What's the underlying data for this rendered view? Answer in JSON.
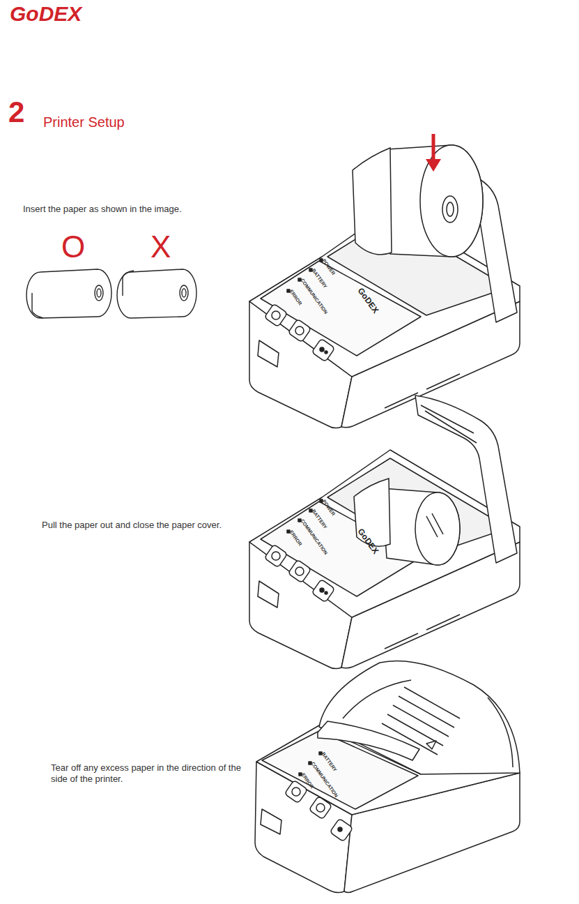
{
  "diagram": {
    "title": "Printer Setup",
    "labels": [
      "GoDEX",
      "2",
      "Insert the paper as shown in the image.",
      "O",
      "X",
      "POWER",
      "BATTERY",
      "COMMUNICATION",
      "ERROR",
      "GoDEX",
      "Pull the paper out and close the paper cover.",
      "POWER",
      "BATTERY",
      "COMMUNICATION",
      "ERROR",
      "GoDEX",
      "Tear off any excess paper in the direction of the side of the printer.",
      "BATTERY",
      "COMMUNICATION",
      "ERROR"
    ]
  }
}
